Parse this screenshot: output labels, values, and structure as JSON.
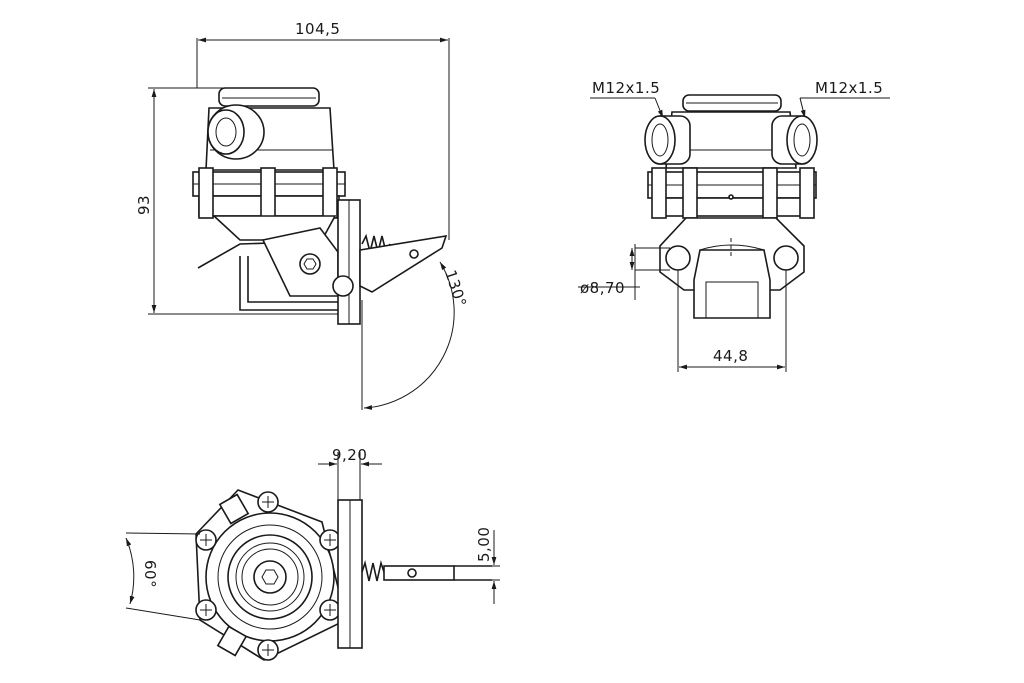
{
  "dimensions": {
    "overall_width": "104,5",
    "overall_height": "93",
    "lever_angle": "130°",
    "thread_left": "M12x1.5",
    "thread_right": "M12x1.5",
    "hole_diameter": "ø8,70",
    "mount_spacing": "44,8",
    "flange_thickness": "9,20",
    "lever_offset": "5,00",
    "bottom_angle": "60°"
  },
  "colors": {
    "line": "#1a1a1a",
    "background": "#ffffff"
  }
}
